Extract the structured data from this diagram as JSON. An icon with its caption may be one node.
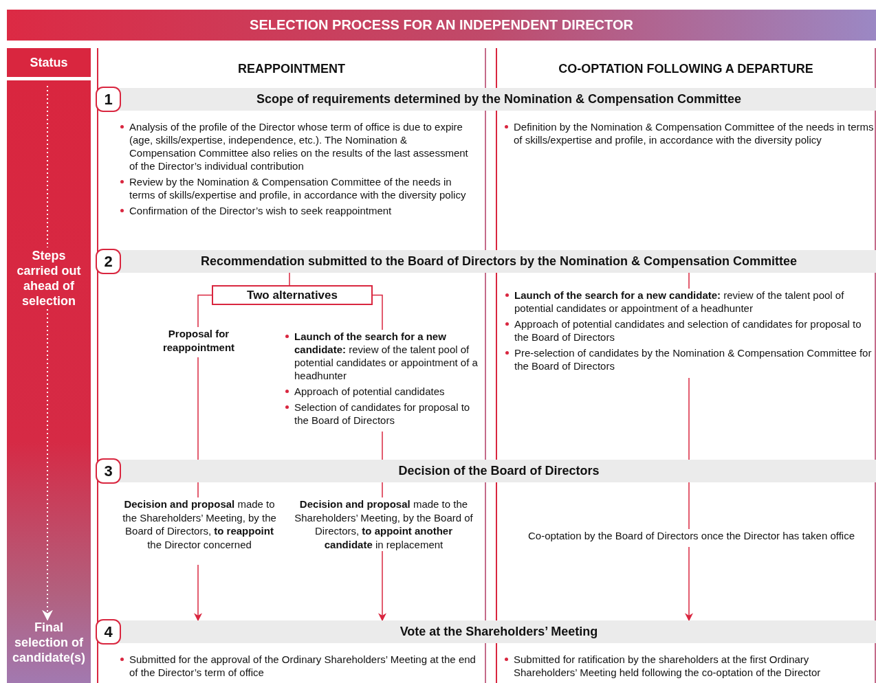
{
  "diagram": {
    "title": "SELECTION PROCESS FOR AN INDEPENDENT DIRECTOR",
    "nodes": [
      {
        "text": [
          "Status"
        ]
      },
      {
        "text": [],
        "shape": "bar"
      },
      {
        "text": [
          "Steps carried out ahead of selection"
        ],
        "in": 1
      },
      {
        "text": [
          "Final selection of candidate(s)"
        ],
        "in": 1
      },
      {
        "text": [
          "REAPPOINTMENT"
        ]
      },
      {
        "text": [
          "CO-OPTATION FOLLOWING A DEPARTURE"
        ]
      },
      {
        "text": [
          "1",
          "Scope of requirements determined by the Nomination & Compensation Committee"
        ]
      },
      {
        "text": [
          "2",
          "Recommendation submitted to the Board of Directors by the Nomination & Compensation Committee"
        ]
      },
      {
        "text": [
          "Two alternatives"
        ],
        "in": 4
      },
      {
        "text": [
          "Proposal for reappointment"
        ],
        "in": 4
      },
      {
        "text": [
          "**Launch of the search for a new candidate:** review of the talent pool of potential candidates or appointment of a headhunter",
          "Approach of potential candidates",
          "Selection of candidates for proposal to the Board of Directors"
        ],
        "in": 4
      },
      {
        "text": [
          "**Launch of the search for a new candidate:** review of the talent pool of potential candidates or appointment of a headhunter",
          "Approach of potential candidates and selection of candidates for proposal to the Board of Directors",
          "Pre-selection of candidates by the Nomination & Compensation Committee for the Board of Directors"
        ],
        "in": 5
      },
      {
        "text": [
          "3",
          "Decision of the Board of Directors"
        ]
      },
      {
        "text": [
          "**Decision and proposal** made to the Shareholders’ Meeting, by the Board of Directors, **to reappoint** the Director concerned"
        ],
        "in": 4
      },
      {
        "text": [
          "**Decision and proposal** made to the Shareholders’ Meeting, by the Board of Directors, **to appoint another candidate** in replacement"
        ],
        "in": 4
      },
      {
        "text": [
          "Co-optation by the Board of Directors once the Director has taken office"
        ],
        "in": 5
      },
      {
        "text": [
          "4",
          "Vote at the Shareholders’ Meeting"
        ]
      }
    ],
    "edges": [
      {
        "from": null,
        "to": 2,
        "arrow": "none",
        "style": "dashed",
        "color": "#ffffff"
      },
      {
        "from": 2,
        "to": 3,
        "arrow": "to",
        "style": "dashed",
        "color": "#ffffff"
      },
      {
        "from": 7,
        "to": 8,
        "arrow": "none"
      },
      {
        "from": 8,
        "to": 9,
        "arrow": "none"
      },
      {
        "from": 8,
        "to": 10,
        "arrow": "none"
      },
      {
        "from": 9,
        "to": 12,
        "arrow": "none"
      },
      {
        "from": 10,
        "to": 12,
        "arrow": "none"
      },
      {
        "from": 7,
        "to": 11,
        "arrow": "none"
      },
      {
        "from": 11,
        "to": 12,
        "arrow": "none"
      },
      {
        "from": 12,
        "to": 13,
        "arrow": "none"
      },
      {
        "from": 13,
        "to": 16,
        "arrow": "to"
      },
      {
        "from": 12,
        "to": 14,
        "arrow": "none"
      },
      {
        "from": 14,
        "to": 16,
        "arrow": "to"
      },
      {
        "from": 12,
        "to": 15,
        "arrow": "none"
      },
      {
        "from": 15,
        "to": 16,
        "arrow": "to"
      }
    ],
    "labels": [
      "Analysis of the profile of the Director whose term of office is due to expire (age, skills/expertise, independence, etc.). The Nomination & Compensation Committee also relies on the results of the last assessment of the Director’s individual contribution",
      "Review by the Nomination & Compensation Committee of the needs in terms of skills/expertise and profile, in accordance with the diversity policy",
      "Confirmation of the Director’s wish to seek reappointment",
      "Definition by the Nomination & Compensation Committee of the needs in terms of skills/expertise and profile, in accordance with the diversity policy",
      "Submitted for the approval of the Ordinary Shareholders’ Meeting at the end of the Director’s term of office",
      "Submitted for ratification by the shareholders at the first Ordinary Shareholders’ Meeting held following the co-optation of the Director"
    ]
  }
}
